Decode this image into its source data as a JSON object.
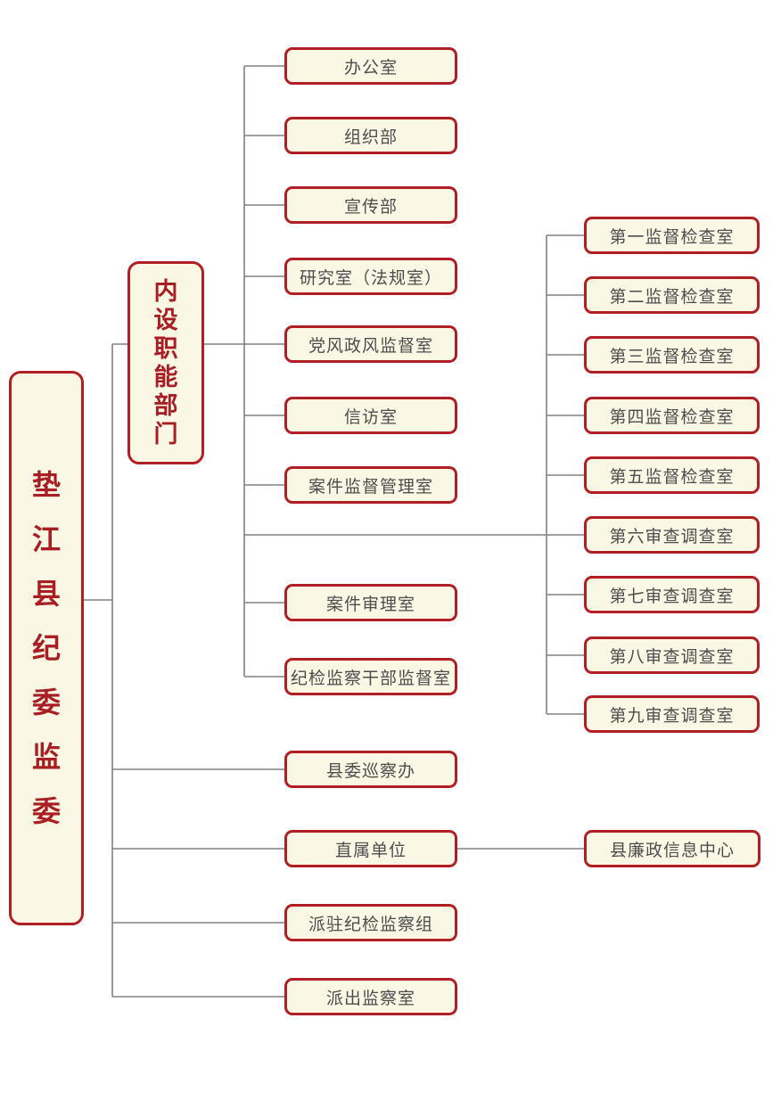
{
  "page": {
    "background": "#FFFFFF"
  },
  "colors": {
    "box_border_red": "#B11E24",
    "box_fill_cream": "#FBF7E5",
    "heading_text_red": "#A81E22",
    "label_text_gray": "#4D4D4D",
    "connector_gray": "#828282"
  },
  "org": {
    "root": {
      "label": "垫江县纪委监委"
    },
    "internal_group": {
      "label": "内设职能部门"
    },
    "internal_departments": [
      "办公室",
      "组织部",
      "宣传部",
      "研究室（法规室）",
      "党风政风监督室",
      "信访室",
      "案件监督管理室",
      "案件审理室",
      "纪检监察干部监督室"
    ],
    "supervision_offices": [
      "第一监督检查室",
      "第二监督检查室",
      "第三监督检查室",
      "第四监督检查室",
      "第五监督检查室",
      "第六审查调查室",
      "第七审查调查室",
      "第八审查调查室",
      "第九审查调查室"
    ],
    "other_units": [
      {
        "label": "县委巡察办"
      },
      {
        "label": "直属单位",
        "children": [
          "县廉政信息中心"
        ]
      },
      {
        "label": "派驻纪检监察组"
      },
      {
        "label": "派出监察室"
      }
    ]
  }
}
